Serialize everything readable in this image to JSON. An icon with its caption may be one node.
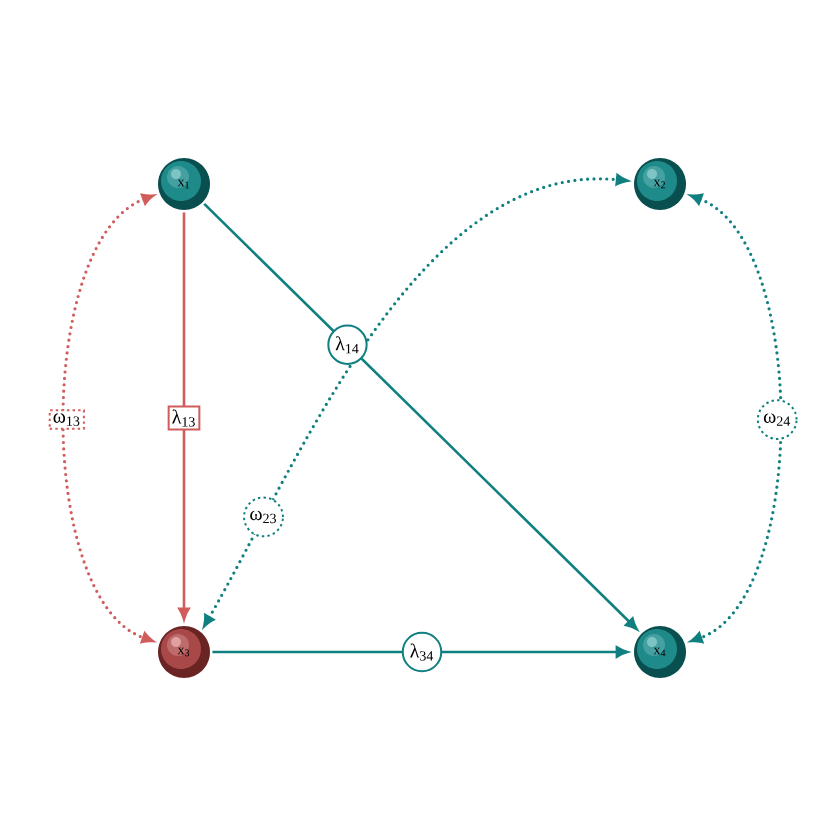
{
  "diagram": {
    "nodes": [
      {
        "text": [
          "x$_{1}$"
        ]
      },
      {
        "text": [
          "x$_{2}$"
        ]
      },
      {
        "text": [
          "x$_{3}$"
        ]
      },
      {
        "text": [
          "x$_{4}$"
        ]
      }
    ],
    "edges": [
      {
        "from": 0,
        "to": 2,
        "arrow": "to",
        "label": "λ$_{13}$",
        "color": "#d05c5c"
      },
      {
        "from": 0,
        "to": 3,
        "arrow": "to",
        "label": "λ$_{14}$"
      },
      {
        "from": 2,
        "to": 3,
        "arrow": "to",
        "label": "λ$_{34}$"
      },
      {
        "from": 0,
        "to": 2,
        "arrow": "both",
        "label": "ω$_{13}$",
        "style": "dashed",
        "color": "#d05c5c"
      },
      {
        "from": 2,
        "to": 1,
        "arrow": "both",
        "label": "ω$_{23}$",
        "style": "dashed"
      },
      {
        "from": 1,
        "to": 3,
        "arrow": "both",
        "label": "ω$_{24}$",
        "style": "dashed"
      }
    ]
  }
}
